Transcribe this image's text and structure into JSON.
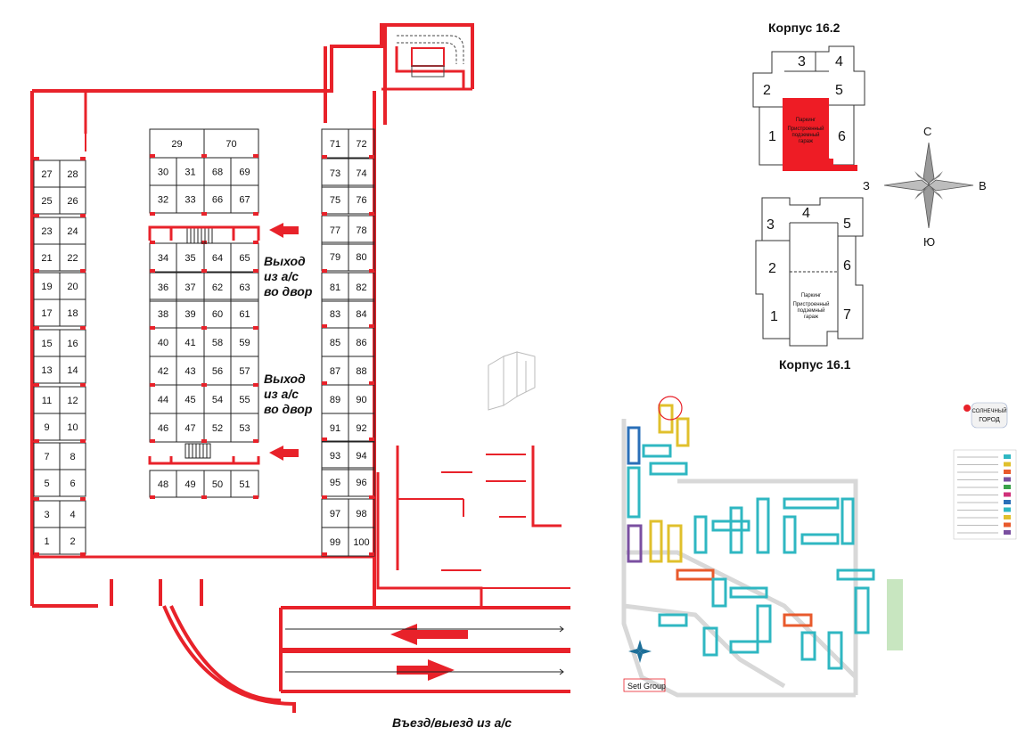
{
  "plan": {
    "colors": {
      "wall": "#e8222a",
      "line": "#222222",
      "highlight": "#ee1c25"
    },
    "left_column": [
      "27",
      "28",
      "25",
      "26",
      "23",
      "24",
      "21",
      "22",
      "19",
      "20",
      "17",
      "18",
      "15",
      "16",
      "13",
      "14",
      "11",
      "12",
      "9",
      "10",
      "7",
      "8",
      "5",
      "6",
      "3",
      "4",
      "1",
      "2"
    ],
    "right_column": [
      "71",
      "72",
      "73",
      "74",
      "75",
      "76",
      "77",
      "78",
      "79",
      "80",
      "81",
      "82",
      "83",
      "84",
      "85",
      "86",
      "87",
      "88",
      "89",
      "90",
      "91",
      "92",
      "93",
      "94",
      "95",
      "96",
      "97",
      "98",
      "99",
      "100"
    ],
    "center_top": [
      "29",
      "70",
      "30",
      "31",
      "68",
      "69",
      "32",
      "33",
      "66",
      "67"
    ],
    "center_middle": [
      "34",
      "35",
      "64",
      "65",
      "36",
      "37",
      "62",
      "63",
      "38",
      "39",
      "60",
      "61",
      "40",
      "41",
      "58",
      "59",
      "42",
      "43",
      "56",
      "57",
      "44",
      "45",
      "54",
      "55",
      "46",
      "47",
      "52",
      "53"
    ],
    "center_bottom": [
      "48",
      "49",
      "50",
      "51"
    ],
    "exit_label_1": [
      "Выход",
      "из а/с",
      "во двор"
    ],
    "exit_label_2": [
      "Выход",
      "из а/с",
      "во двор"
    ],
    "entrance_label": "Въезд/выезд из а/с"
  },
  "building_16_2": {
    "title": "Корпус 16.2",
    "sections": [
      "1",
      "2",
      "3",
      "4",
      "5",
      "6"
    ],
    "parking_text": [
      "Паркинг",
      "Пристроенный",
      "подземный",
      "гараж"
    ]
  },
  "building_16_1": {
    "title": "Корпус 16.1",
    "sections": [
      "1",
      "2",
      "3",
      "4",
      "5",
      "6",
      "7"
    ],
    "parking_text": [
      "Паркинг",
      "Пристроенный",
      "подземный",
      "гараж"
    ]
  },
  "compass": {
    "n": "С",
    "s": "Ю",
    "w": "З",
    "e": "В"
  },
  "site_map": {
    "brand": "Setl Group",
    "logo_text": [
      "СОЛНЕЧНЫЙ",
      "ГОРОД"
    ]
  }
}
